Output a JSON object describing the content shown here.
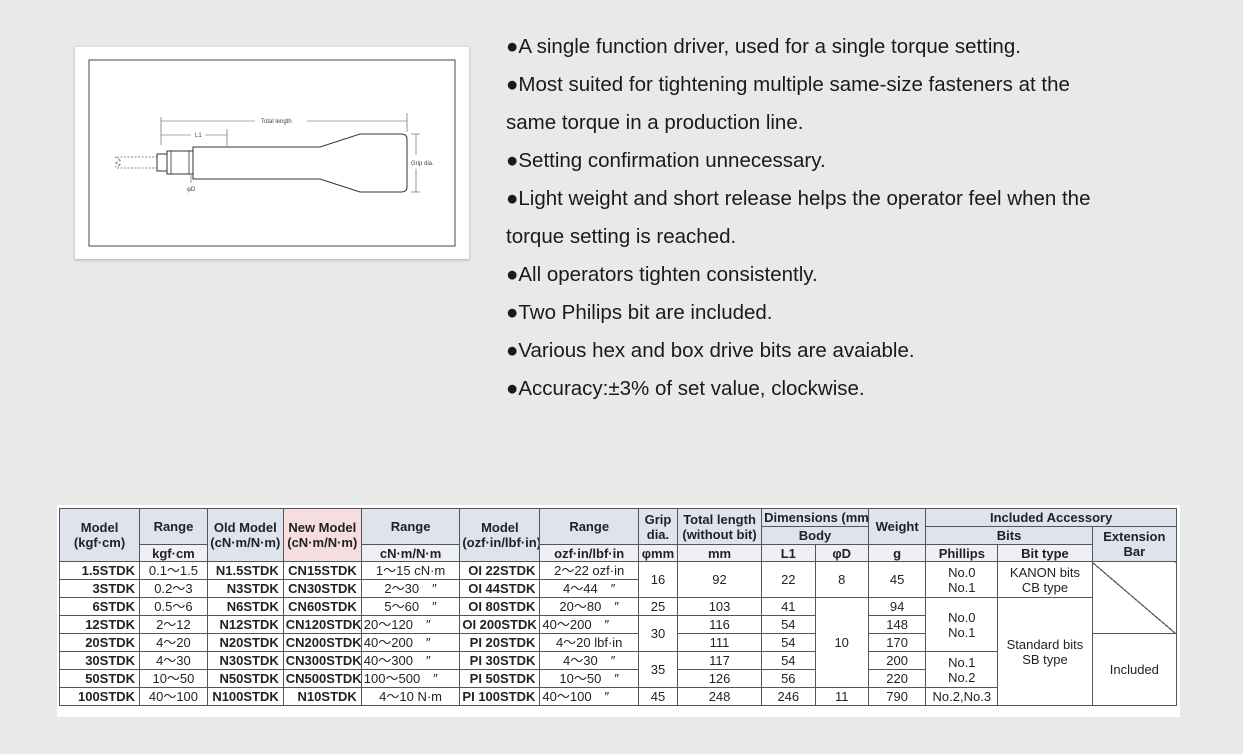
{
  "diagram": {
    "total_length_label": "Total length",
    "l1_label": "L1",
    "grip_label": "Grip dia.",
    "od_label": "φD"
  },
  "features": [
    "●A single function driver, used for a single torque setting.",
    "●Most suited for tightening multiple same-size fasteners at the",
    "same torque in a production line.",
    "●Setting confirmation unnecessary.",
    "●Light weight and short release helps the operator feel when the",
    "torque setting is reached.",
    "●All operators tighten consistently.",
    "●Two Philips bit are included.",
    "●Various hex and box drive bits are avaiable.",
    "●Accuracy:±3% of set value, clockwise."
  ],
  "table": {
    "headers": {
      "model": "Model",
      "model_unit": "(kgf·cm)",
      "range": "Range",
      "old_model": "Old Model",
      "old_model_unit": "(cN·m/N·m)",
      "new_model": "New Model",
      "new_model_unit": "(cN·m/N·m)",
      "range2": "Range",
      "model2": "Model",
      "model2_unit": "(ozf·in/lbf·in)",
      "range3": "Range",
      "grip": "Grip",
      "grip2": "dia.",
      "total_length": "Total length",
      "total_length2": "(without bit)",
      "dimensions": "Dimensions (mm)",
      "body": "Body",
      "weight": "Weight",
      "included_accessory": "Included Accessory",
      "bits": "Bits",
      "extension": "Extension",
      "extension2": "Bar",
      "u_range": "kgf·cm",
      "u_range2": "cN·m/N·m",
      "u_range3": "ozf·in/lbf·in",
      "u_grip": "φmm",
      "u_total": "mm",
      "u_l1": "L1",
      "u_od": "φD",
      "u_weight": "g",
      "u_phillips": "Phillips",
      "u_bittype": "Bit type"
    },
    "rows": [
      {
        "model": "1.5STDK",
        "range": "0.1～1.5",
        "old": "N1.5STDK",
        "new": "CN15STDK",
        "range2": "1～15 cN·m",
        "model2": "OI 22STDK",
        "range3": "2～22 ozf·in",
        "l1": "22",
        "weight": "45"
      },
      {
        "model": "3STDK",
        "range": "0.2～3",
        "old": "N3STDK",
        "new": "CN30STDK",
        "range2": "2～30　″",
        "model2": "OI 44STDK",
        "range3": "4～44　″",
        "weight": "45"
      },
      {
        "model": "6STDK",
        "range": "0.5～6",
        "old": "N6STDK",
        "new": "CN60STDK",
        "range2": "5～60　″",
        "model2": "OI 80STDK",
        "range3": "20～80　″",
        "grip": "25",
        "total": "103",
        "l1": "41",
        "weight": "94"
      },
      {
        "model": "12STDK",
        "range": "2～12",
        "old": "N12STDK",
        "new": "CN120STDK",
        "range2": "20～120　″",
        "model2": "OI 200STDK",
        "range3": "40～200　″",
        "total": "116",
        "l1": "54",
        "weight": "148"
      },
      {
        "model": "20STDK",
        "range": "4～20",
        "old": "N20STDK",
        "new": "CN200STDK",
        "range2": "40～200　″",
        "model2": "PI 20STDK",
        "range3": "4～20 lbf·in",
        "total": "111",
        "l1": "54",
        "weight": "170"
      },
      {
        "model": "30STDK",
        "range": "4～30",
        "old": "N30STDK",
        "new": "CN300STDK",
        "range2": "40～300　″",
        "model2": "PI 30STDK",
        "range3": "4～30　″",
        "total": "117",
        "l1": "54",
        "weight": "200"
      },
      {
        "model": "50STDK",
        "range": "10～50",
        "old": "N50STDK",
        "new": "CN500STDK",
        "range2": "100～500　″",
        "model2": "PI 50STDK",
        "range3": "10～50　″",
        "total": "126",
        "l1": "56",
        "weight": "220"
      },
      {
        "model": "100STDK",
        "range": "40～100",
        "old": "N100STDK",
        "new": "N10STDK",
        "range2": "4～10 N·m",
        "model2": "PI 100STDK",
        "range3": "40～100　″",
        "grip": "45",
        "total": "248",
        "l1": "246",
        "od": "11",
        "weight": "790",
        "phillips": "No.2,No.3"
      }
    ],
    "merged": {
      "grip_16": "16",
      "total_92": "92",
      "od_8": "8",
      "grip_30": "30",
      "od_10": "10",
      "grip_35": "35",
      "phillips_a1": "No.0",
      "phillips_a2": "No.1",
      "phillips_b1": "No.0",
      "phillips_b2": "No.1",
      "phillips_c1": "No.1",
      "phillips_c2": "No.2",
      "kanon1": "KANON bits",
      "kanon2": "CB type",
      "std1": "Standard bits",
      "std2": "SB type",
      "included": "Included"
    }
  }
}
